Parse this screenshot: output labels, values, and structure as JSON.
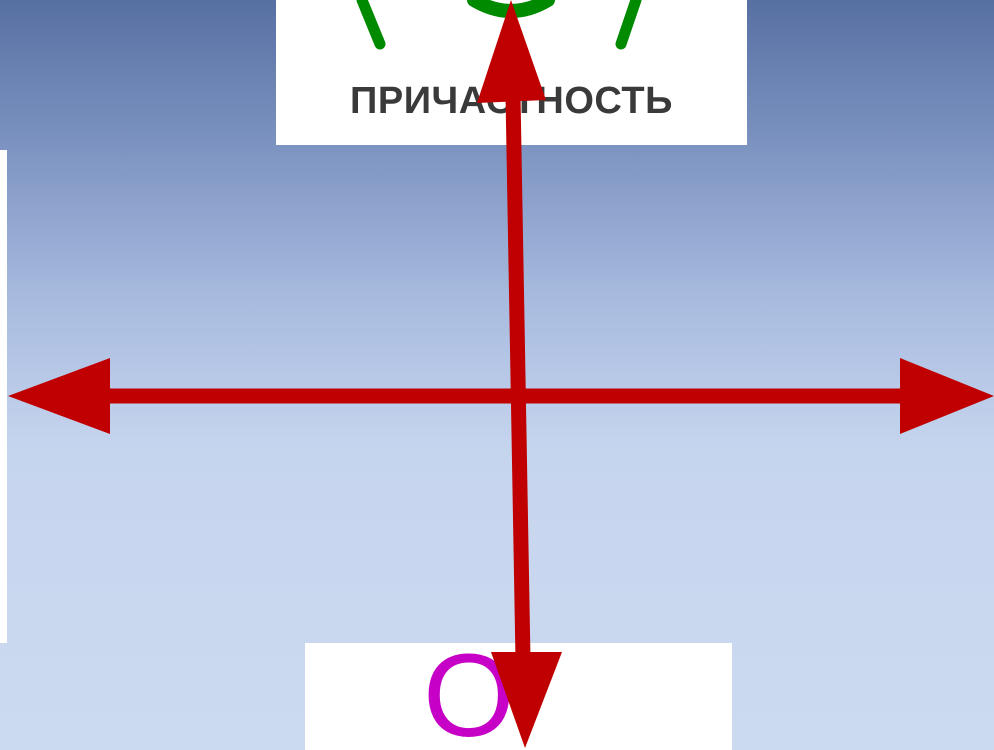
{
  "top_card": {
    "label": "ПРИЧАСТНОСТЬ",
    "icon": "green-figure-icon",
    "icon_color": "#008a00"
  },
  "bottom_card": {
    "letter": "О",
    "letter_color": "#c600c6"
  },
  "arrows": {
    "color": "#c00000",
    "vertical": "double-headed",
    "horizontal": "double-headed"
  }
}
